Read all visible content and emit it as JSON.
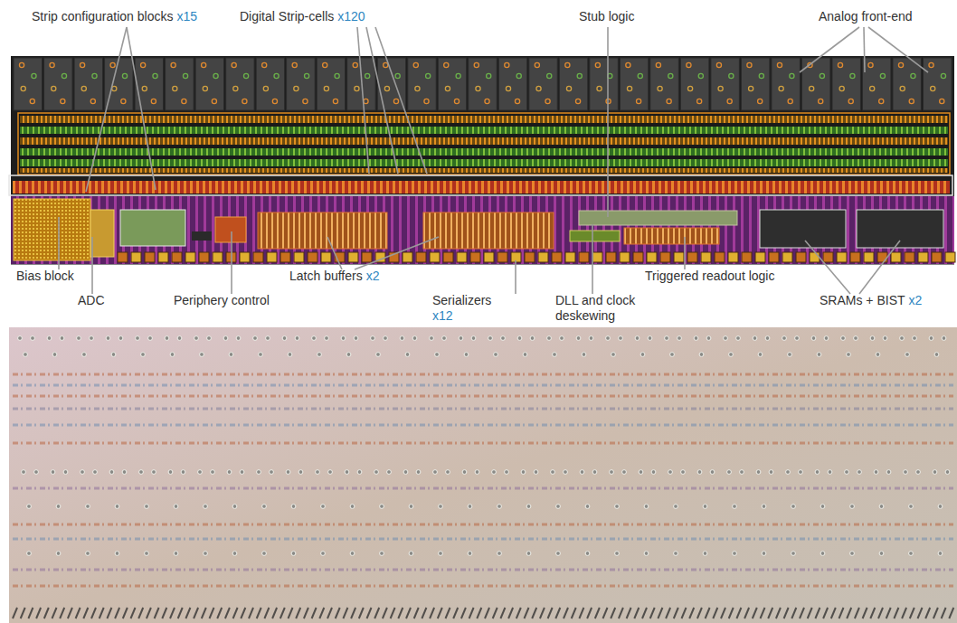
{
  "diagram": {
    "labels": [
      "Strip configuration blocks",
      "x15",
      "Digital Strip-cells",
      "x120",
      "Stub logic",
      "Analog front-end",
      "Bias block",
      "Latch buffers",
      "x2",
      "Triggered readout logic",
      "ADC",
      "Periphery control",
      "Serializers",
      "x12",
      "DLL and clock deskewing",
      "SRAMs + BIST",
      "x2"
    ]
  }
}
